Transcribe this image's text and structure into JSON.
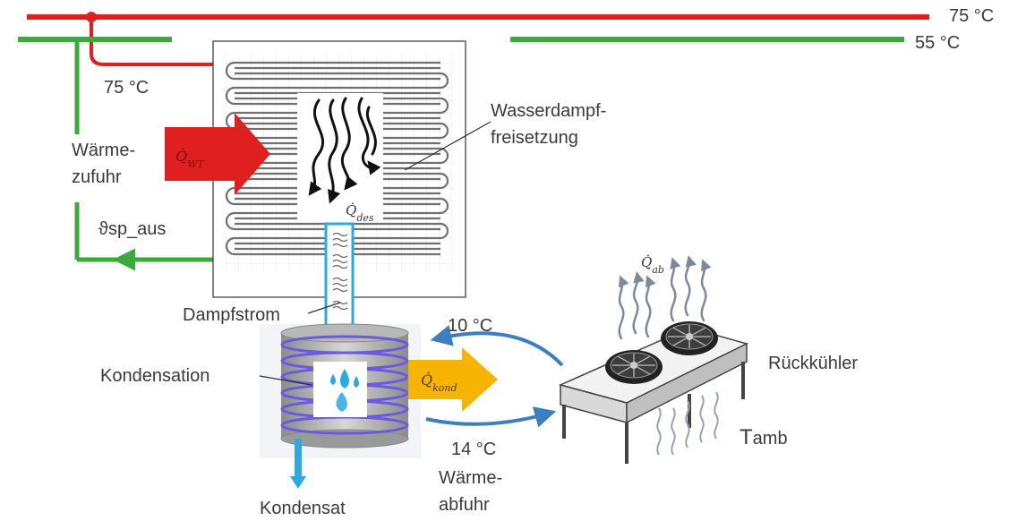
{
  "labels": {
    "temp_top": "75 °C",
    "temp_green": "55 °C",
    "temp_inlet": "75 °C",
    "heat_supply_1": "Wärme-",
    "heat_supply_2": "zufuhr",
    "sp_aus": "ϑsp_aus",
    "vapor_release_1": "Wasserdampf-",
    "vapor_release_2": "freisetzung",
    "vapor_flow": "Dampfstrom",
    "condensation": "Kondensation",
    "condensate": "Kondensat",
    "temp_cold_return": "10 °C",
    "temp_cold_supply": "14 °C",
    "heat_rejection_1": "Wärme-",
    "heat_rejection_2": "abfuhr",
    "dry_cooler": "Rückkühler",
    "ambient_T": "T",
    "ambient_sub": "amb"
  },
  "symbols": {
    "q_wr_base": "Q̇",
    "q_wr_sub": "WT",
    "q_des_base": "Q̇",
    "q_des_sub": "des",
    "q_kond_base": "Q̇",
    "q_kond_sub": "kond",
    "q_ab_base": "Q̇",
    "q_ab_sub": "ab"
  },
  "colors": {
    "hot_line": "#e02020",
    "warm_line": "#3aaa3a",
    "heat_in_arrow": "#e02020",
    "heat_out_arrow": "#f5b400",
    "cold_loop": "#3a7fc0",
    "vapor": "#2ca9e1",
    "condensate": "#2ca9e1",
    "coil": "#6a5ae0"
  }
}
